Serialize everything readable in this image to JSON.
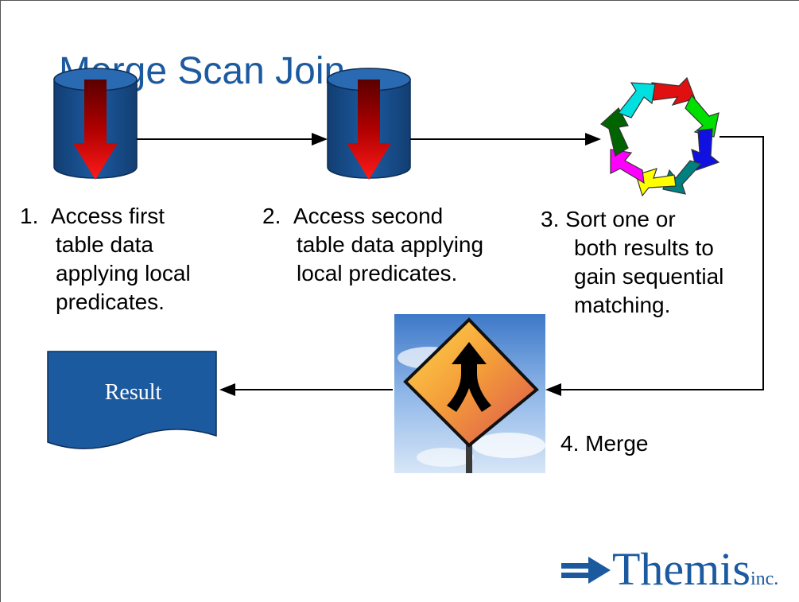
{
  "title": "Merge Scan Join",
  "steps": [
    {
      "num": "1.",
      "lines": [
        "Access first",
        "table data",
        "applying local",
        "predicates."
      ]
    },
    {
      "num": "2.",
      "lines": [
        "Access second",
        "table data applying",
        "local predicates."
      ]
    },
    {
      "num": "3.",
      "lines": [
        "Sort one or",
        "both results to",
        "gain sequential",
        "matching."
      ]
    },
    {
      "num": "4.",
      "lines": [
        "Merge"
      ]
    }
  ],
  "result_label": "Result",
  "logo": {
    "name": "Themis",
    "suffix": "inc."
  },
  "colors": {
    "title": "#1c5aa0",
    "cylinder": "#1c5aa0",
    "result": "#1c5aa0",
    "logo": "#1c5aa0"
  },
  "icons": [
    "database-cylinder-icon",
    "sort-cycle-arrows-icon",
    "merge-road-sign-icon",
    "document-icon",
    "themis-arrow-logo-icon"
  ]
}
